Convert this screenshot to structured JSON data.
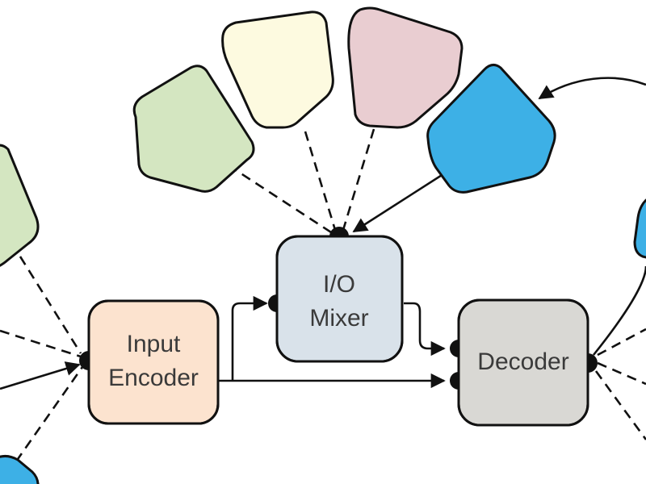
{
  "blocks": {
    "input_encoder": {
      "line1": "Input",
      "line2": "Encoder",
      "fill": "#fce3cf"
    },
    "io_mixer": {
      "line1": "I/O",
      "line2": "Mixer",
      "fill": "#d9e2ea"
    },
    "decoder": {
      "label": "Decoder",
      "fill": "#d9d8d4"
    }
  },
  "petal_colors": {
    "green": "#d4e6c1",
    "cream": "#fdfae0",
    "pink": "#e9cdd1",
    "blue": "#3db0e6"
  }
}
